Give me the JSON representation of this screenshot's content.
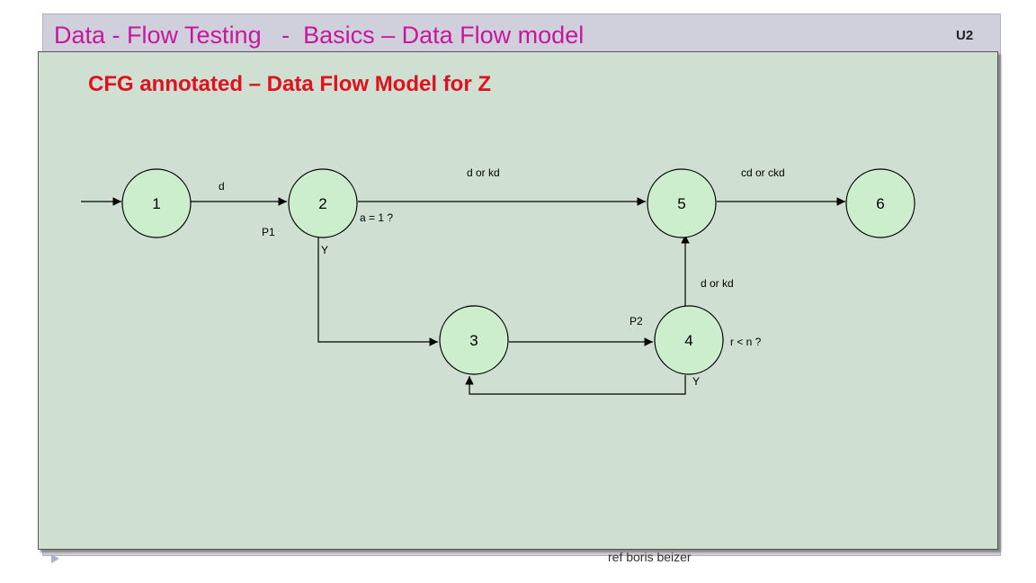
{
  "slide": {
    "title": "Data - Flow Testing   -  Basics – Data Flow model",
    "code": "U2",
    "heading": "CFG annotated – Data Flow Model for Z",
    "footer": "ref boris beizer"
  },
  "nodes": [
    "1",
    "2",
    "3",
    "4",
    "5",
    "6"
  ],
  "labels": {
    "d": "d",
    "d_or_kd_top": "d  or  kd",
    "cd_or_ckd": "cd  or  ckd",
    "a_eq_1": "a = 1 ?",
    "p1": "P1",
    "y1": "Y",
    "d_or_kd_right": "d  or  kd",
    "p2": "P2",
    "r_lt_n": "r < n ?",
    "y2": "Y"
  }
}
